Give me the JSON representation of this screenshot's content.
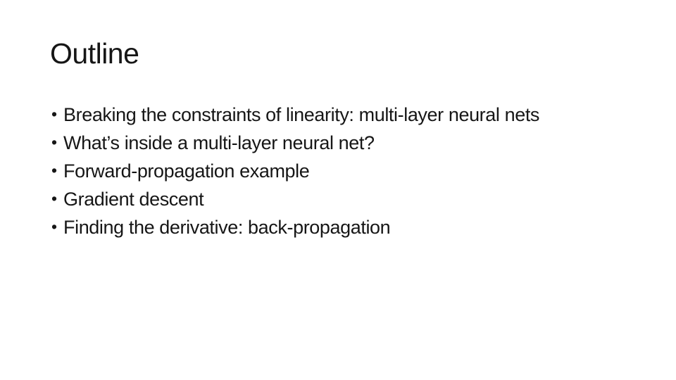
{
  "slide": {
    "title": "Outline",
    "bullet_glyph": "•",
    "bullets": [
      "Breaking the constraints of linearity: multi-layer neural nets",
      "What’s inside a multi-layer neural net?",
      "Forward-propagation example",
      "Gradient descent",
      "Finding the derivative: back-propagation"
    ],
    "colors": {
      "background": "#ffffff",
      "text": "#161616"
    }
  }
}
